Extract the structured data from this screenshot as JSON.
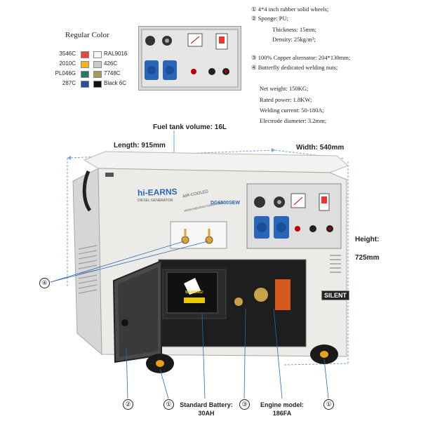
{
  "color_legend": {
    "title": "Regular Color",
    "rows": [
      {
        "left_code": "3546C",
        "left_color": "#e8463f",
        "right_color": "#f4f4f4",
        "right_code": "RAL9016"
      },
      {
        "left_code": "2010C",
        "left_color": "#f2b31c",
        "right_color": "#c9c9c9",
        "right_code": "426C"
      },
      {
        "left_code": "PL046G",
        "left_color": "#1f7a6a",
        "right_color": "#a59a5e",
        "right_code": "7748C"
      },
      {
        "left_code": "287C",
        "left_color": "#2c4a9a",
        "right_color": "#111111",
        "right_code": "Black 6C"
      }
    ]
  },
  "specs": {
    "item1": "① 4*4 inch rubber solid wheels;",
    "item2": "② Sponge: PU;",
    "thickness": "Thickness: 15mm;",
    "density": "Density: 25kg/m³;",
    "item3": "③ 100% Copper alternator: 204*130mm;",
    "item4": "④ Butterfly dedicated welding nuts;",
    "net_weight": "Net weight: 150KG;",
    "rated_power": "Rated power: 1.8KW;",
    "welding_current": "Welding current: 50-180A;",
    "electrode_diameter": "Electrode diameter: 3.2mm;"
  },
  "dimensions": {
    "fuel_tank": "Fuel tank volume: 16L",
    "length": "Length: 915mm",
    "width": "Width: 540mm",
    "height_label": "Height:",
    "height_value": "725mm"
  },
  "machine": {
    "brand": "hi-EARNS",
    "brand_sub": "DIESEL GENERATOR",
    "air_cooled": "AIR-COOLED",
    "website": "WWW.HIEARNS-POWER.COM",
    "model_badge": "DG6500SEW",
    "silent": "SILENT",
    "warning": "WARNING!"
  },
  "callouts": {
    "num1": "①",
    "num2": "②",
    "num3": "③",
    "num4": "④",
    "battery_label": "Standard Battery:",
    "battery_value": "30AH",
    "engine_label": "Engine model:",
    "engine_value": "186FA"
  },
  "colors": {
    "body": "#e9e9e6",
    "panel": "#dcdcdc",
    "accent_blue": "#2a66b8",
    "dim_blue": "#6fa3d8"
  }
}
